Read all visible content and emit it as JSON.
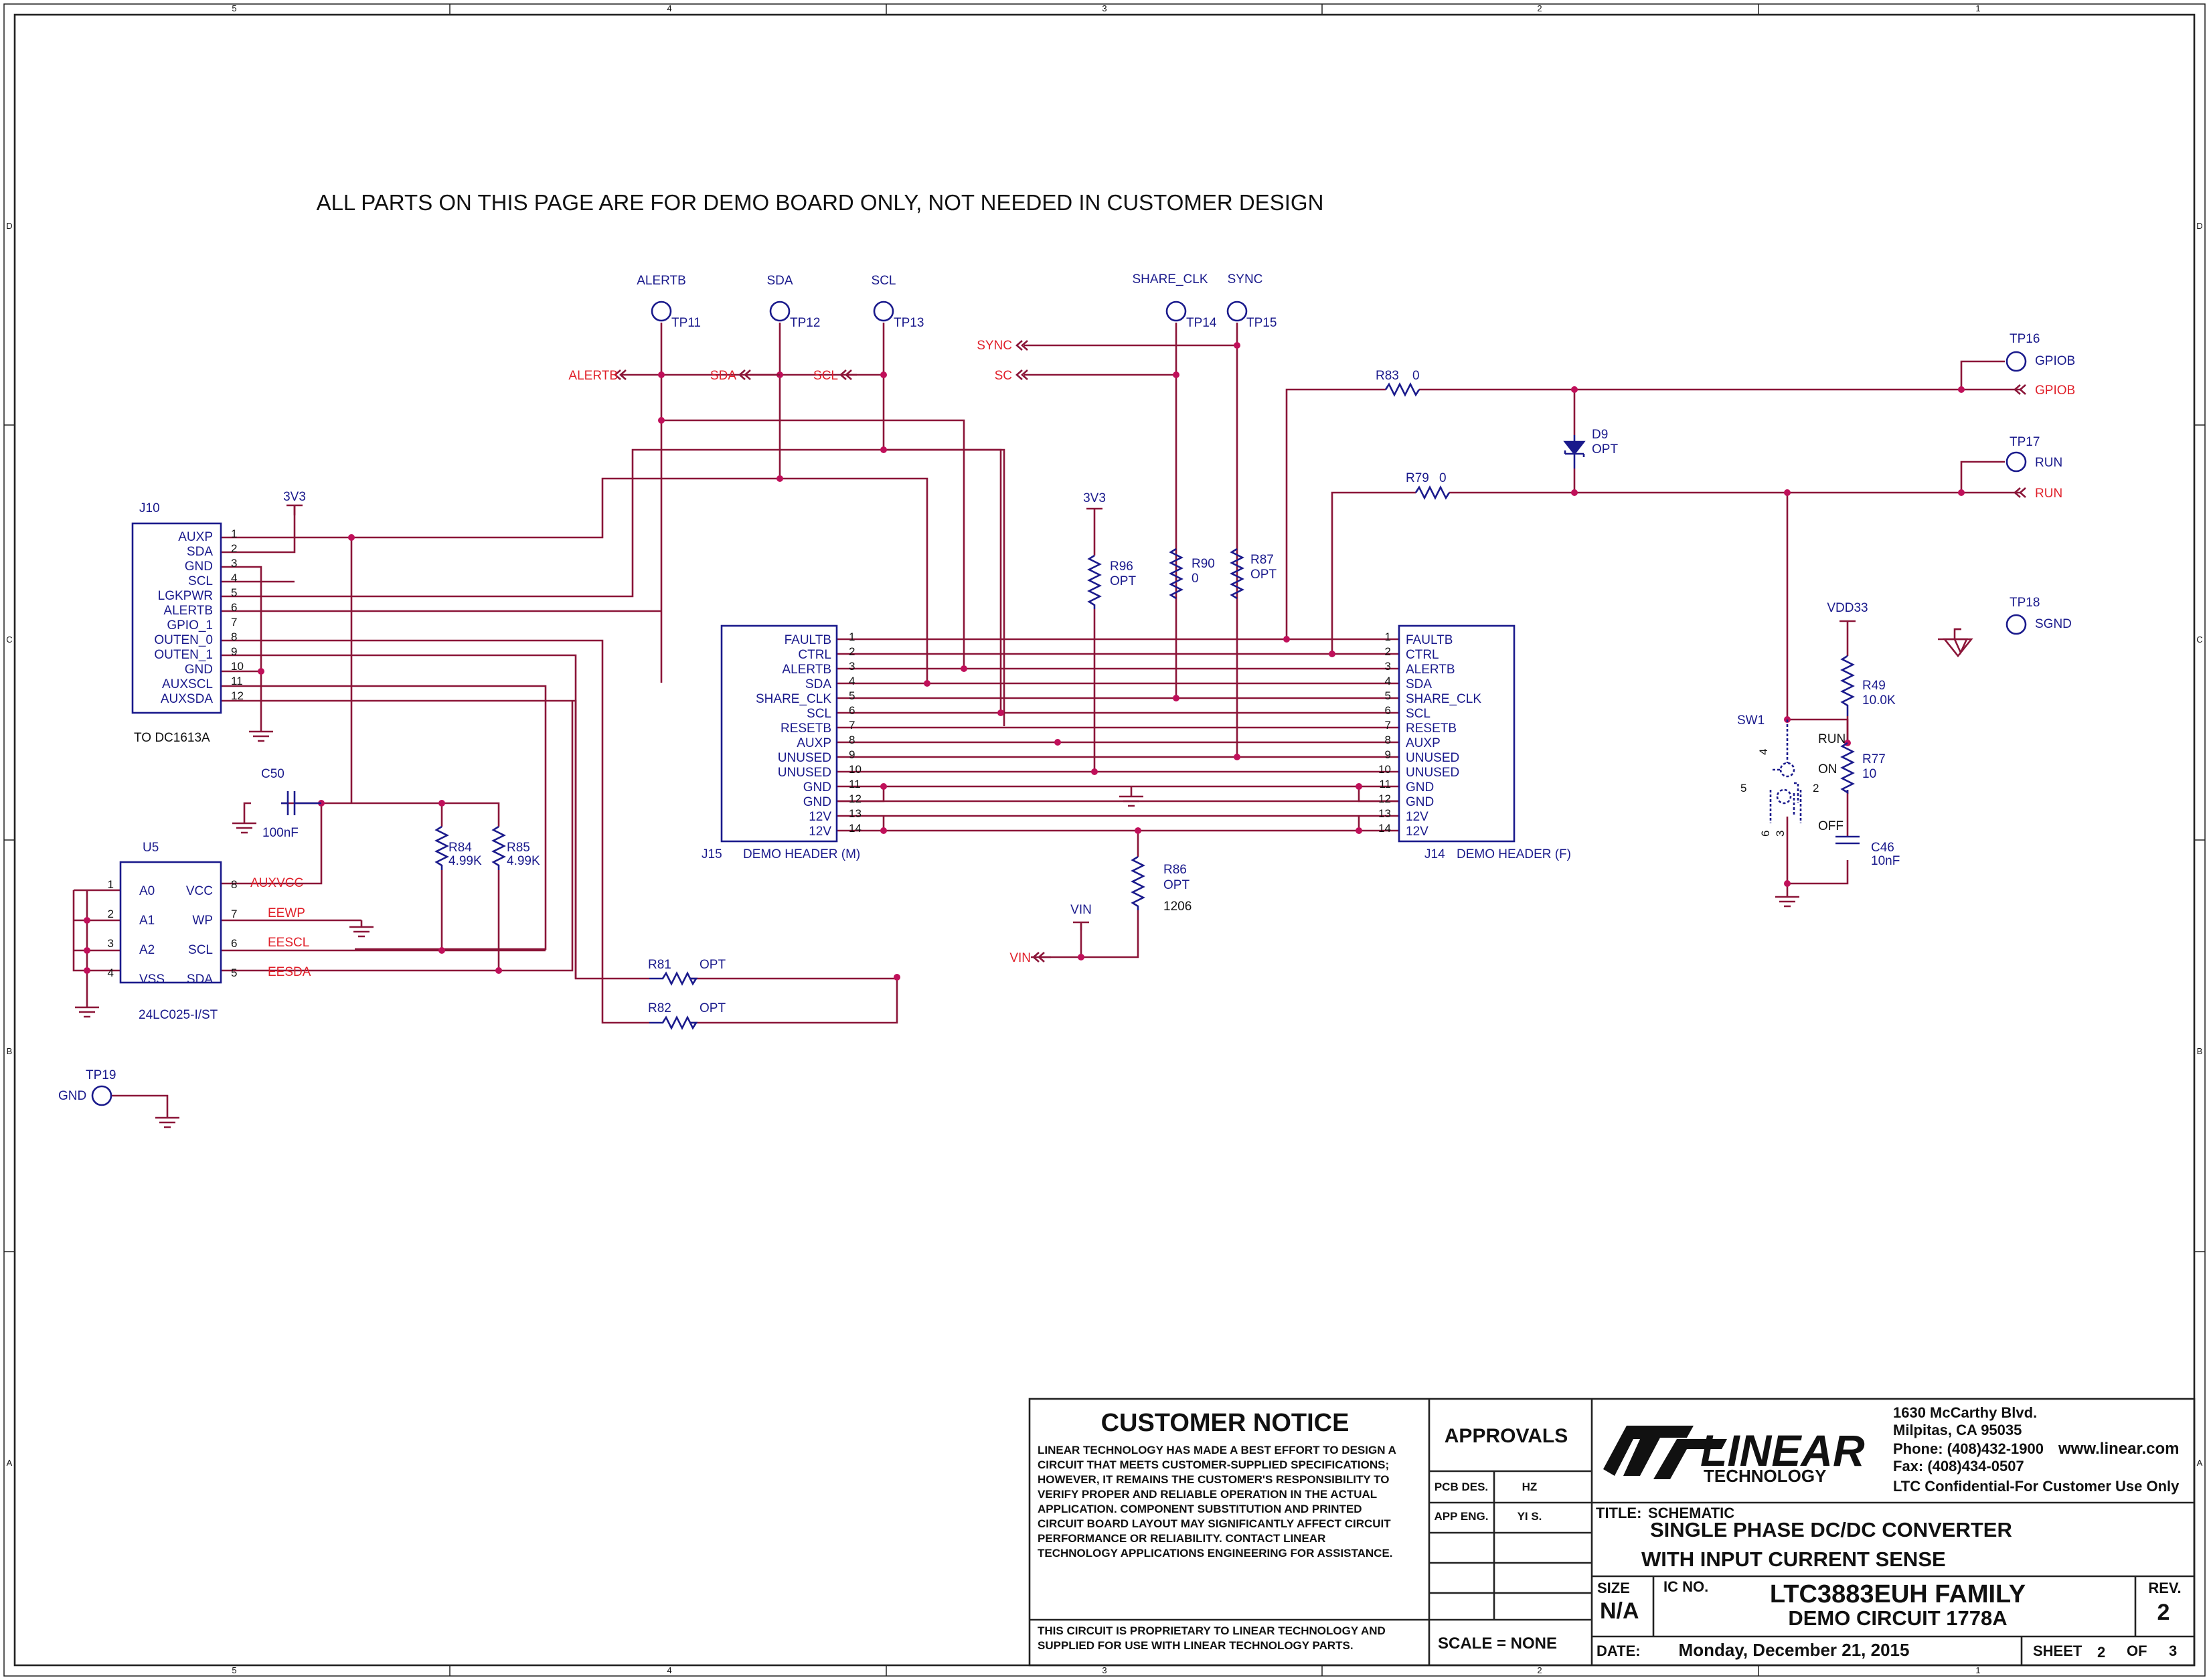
{
  "notice_top": "ALL PARTS ON THIS PAGE ARE FOR DEMO BOARD ONLY, NOT NEEDED IN CUSTOMER DESIGN",
  "border": {
    "cols": [
      "5",
      "4",
      "3",
      "2",
      "1"
    ],
    "rows": [
      "D",
      "C",
      "B",
      "A"
    ]
  },
  "testpoints": {
    "tp11": {
      "ref": "TP11",
      "net": "ALERTB"
    },
    "tp12": {
      "ref": "TP12",
      "net": "SDA"
    },
    "tp13": {
      "ref": "TP13",
      "net": "SCL"
    },
    "tp14": {
      "ref": "TP14",
      "net": "SHARE_CLK"
    },
    "tp15": {
      "ref": "TP15",
      "net": "SYNC"
    },
    "tp16": {
      "ref": "TP16",
      "net": "GPIOB"
    },
    "tp17": {
      "ref": "TP17",
      "net": "RUN"
    },
    "tp18": {
      "ref": "TP18",
      "net": "SGND"
    },
    "tp19": {
      "ref": "TP19",
      "net": "GND"
    }
  },
  "offpage": {
    "alertb": "ALERTB",
    "sda": "SDA",
    "scl": "SCL",
    "sync": "SYNC",
    "sc": "SC",
    "gpiob": "GPIOB",
    "run": "RUN",
    "vin": "VIN"
  },
  "power": {
    "v3v3": "3V3",
    "vdd33": "VDD33",
    "vin": "VIN"
  },
  "j10": {
    "ref": "J10",
    "note": "TO DC1613A",
    "pins": [
      "AUXP",
      "SDA",
      "GND",
      "SCL",
      "LGKPWR",
      "ALERTB",
      "GPIO_1",
      "OUTEN_0",
      "OUTEN_1",
      "GND",
      "AUXSCL",
      "AUXSDA"
    ],
    "nums": [
      "1",
      "2",
      "3",
      "4",
      "5",
      "6",
      "7",
      "8",
      "9",
      "10",
      "11",
      "12"
    ]
  },
  "j15": {
    "ref": "J15",
    "label": "DEMO HEADER (M)",
    "pins": [
      "FAULTB",
      "CTRL",
      "ALERTB",
      "SDA",
      "SHARE_CLK",
      "SCL",
      "RESETB",
      "AUXP",
      "UNUSED",
      "UNUSED",
      "GND",
      "GND",
      "12V",
      "12V"
    ],
    "nums": [
      "1",
      "2",
      "3",
      "4",
      "5",
      "6",
      "7",
      "8",
      "9",
      "10",
      "11",
      "12",
      "13",
      "14"
    ]
  },
  "j14": {
    "ref": "J14",
    "label": "DEMO HEADER (F)",
    "pins": [
      "FAULTB",
      "CTRL",
      "ALERTB",
      "SDA",
      "SHARE_CLK",
      "SCL",
      "RESETB",
      "AUXP",
      "UNUSED",
      "UNUSED",
      "GND",
      "GND",
      "12V",
      "12V"
    ],
    "nums": [
      "1",
      "2",
      "3",
      "4",
      "5",
      "6",
      "7",
      "8",
      "9",
      "10",
      "11",
      "12",
      "13",
      "14"
    ]
  },
  "u5": {
    "ref": "U5",
    "part": "24LC025-I/ST",
    "left": [
      "A0",
      "A1",
      "A2",
      "VSS"
    ],
    "left_nums": [
      "1",
      "2",
      "3",
      "4"
    ],
    "right": [
      "VCC",
      "WP",
      "SCL",
      "SDA"
    ],
    "right_nums": [
      "8",
      "7",
      "6",
      "5"
    ],
    "nets": [
      "AUXVCC",
      "EEWP",
      "EESCL",
      "EESDA"
    ]
  },
  "components": {
    "c50": {
      "ref": "C50",
      "value": "100nF"
    },
    "r84": {
      "ref": "R84",
      "value": "4.99K"
    },
    "r85": {
      "ref": "R85",
      "value": "4.99K"
    },
    "r96": {
      "ref": "R96",
      "value": "OPT"
    },
    "r90": {
      "ref": "R90",
      "value": "0"
    },
    "r87": {
      "ref": "R87",
      "value": "OPT"
    },
    "r83": {
      "ref": "R83",
      "value": "0"
    },
    "r79": {
      "ref": "R79",
      "value": "0"
    },
    "d9": {
      "ref": "D9",
      "value": "OPT"
    },
    "r86": {
      "ref": "R86",
      "value": "OPT",
      "pkg": "1206"
    },
    "r81": {
      "ref": "R81",
      "value": "OPT"
    },
    "r82": {
      "ref": "R82",
      "value": "OPT"
    },
    "r49": {
      "ref": "R49",
      "value": "10.0K"
    },
    "r77": {
      "ref": "R77",
      "value": "10"
    },
    "c46": {
      "ref": "C46",
      "value": "10nF"
    },
    "sw1": {
      "ref": "SW1",
      "run": "RUN",
      "on": "ON",
      "off": "OFF",
      "p4": "4",
      "p5": "5",
      "p2": "2",
      "p6": "6",
      "p3": "3"
    }
  },
  "title_block": {
    "notice_title": "CUSTOMER NOTICE",
    "notice_lines": [
      "LINEAR TECHNOLOGY HAS MADE A BEST EFFORT TO DESIGN A",
      "CIRCUIT THAT MEETS CUSTOMER-SUPPLIED SPECIFICATIONS;",
      "HOWEVER, IT REMAINS THE CUSTOMER'S RESPONSIBILITY TO",
      "VERIFY PROPER AND RELIABLE OPERATION IN THE ACTUAL",
      "APPLICATION.  COMPONENT SUBSTITUTION AND PRINTED",
      "CIRCUIT BOARD LAYOUT MAY SIGNIFICANTLY AFFECT CIRCUIT",
      "PERFORMANCE OR RELIABILITY.  CONTACT LINEAR",
      "TECHNOLOGY APPLICATIONS ENGINEERING FOR ASSISTANCE."
    ],
    "proprietary_lines": [
      "THIS CIRCUIT IS PROPRIETARY TO LINEAR TECHNOLOGY AND",
      "SUPPLIED FOR USE WITH LINEAR TECHNOLOGY PARTS."
    ],
    "approvals": "APPROVALS",
    "pcb_des": "PCB DES.",
    "pcb_des_val": "HZ",
    "app_eng": "APP ENG.",
    "app_eng_val": "YI S.",
    "scale": "SCALE = NONE",
    "logo_word": "LINEAR",
    "logo_sub": "TECHNOLOGY",
    "address": [
      "1630 McCarthy Blvd.",
      "Milpitas, CA 95035",
      "Phone: (408)432-1900",
      "Fax: (408)434-0507",
      "LTC Confidential-For Customer Use Only"
    ],
    "web": "www.linear.com",
    "title_label": "TITLE:",
    "title_kind": "SCHEMATIC",
    "title_lines": [
      "SINGLE PHASE DC/DC CONVERTER",
      "WITH INPUT CURRENT SENSE"
    ],
    "size_label": "SIZE",
    "size": "N/A",
    "ic_label": "IC NO.",
    "ic": "LTC3883EUH FAMILY",
    "demo": "DEMO CIRCUIT 1778A",
    "rev_label": "REV.",
    "rev": "2",
    "date_label": "DATE:",
    "date": "Monday, December 21, 2015",
    "sheet_label": "SHEET",
    "sheet": "2",
    "of_label": "OF",
    "of": "3"
  }
}
